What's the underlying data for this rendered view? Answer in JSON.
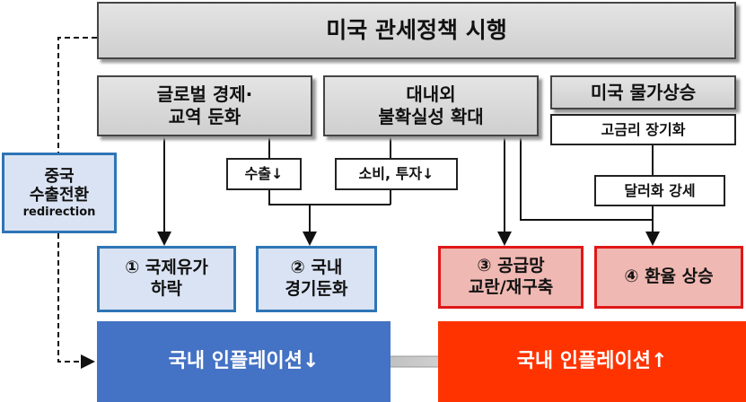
{
  "title": "미국 관세정책 시행",
  "causes": {
    "global": "글로벌 경제·\n교역 둔화",
    "uncertainty": "대내외\n불확실성 확대",
    "us_inflation": "미국 물가상승"
  },
  "intermediate": {
    "high_rates": "고금리 장기화",
    "exports_down": "수출↓",
    "consumption_down": "소비, 투자↓",
    "dollar_strong": "달러화 강세"
  },
  "china": {
    "line1": "중국",
    "line2": "수출전환",
    "line3": "redirection"
  },
  "effects": {
    "oil": "① 국제유가\n하락",
    "economy": "② 국내\n경기둔화",
    "supply": "③ 공급망\n교란/재구축",
    "fx": "④ 환율 상승"
  },
  "outcomes": {
    "down": "국내 인플레이션↓",
    "up": "국내 인플레이션↑"
  },
  "colors": {
    "blue": "#4472c4",
    "red": "#ff3300"
  }
}
